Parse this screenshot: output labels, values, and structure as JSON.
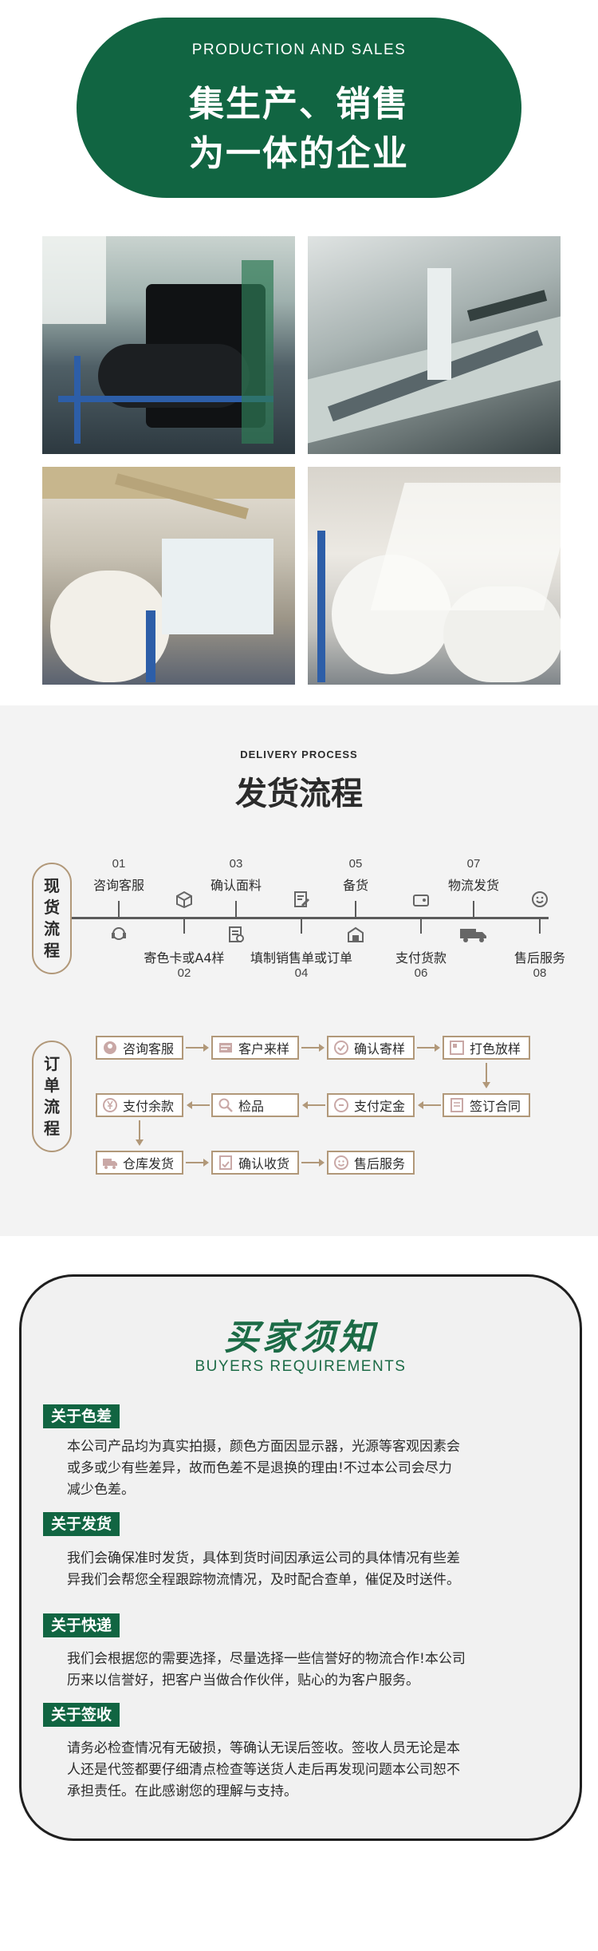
{
  "hero": {
    "subtitle": "PRODUCTION AND SALES",
    "title_line1": "集生产、销售",
    "title_line2": "为一体的企业"
  },
  "delivery": {
    "subtitle": "DELIVERY PROCESS",
    "title": "发货流程",
    "stock_label": [
      "现",
      "货",
      "流",
      "程"
    ],
    "order_label": [
      "订",
      "单",
      "流",
      "程"
    ],
    "timeline": [
      {
        "num": "01",
        "label": "咨询客服",
        "icon": "headset-icon"
      },
      {
        "num": "02",
        "label": "寄色卡或A4样",
        "icon": "package-icon"
      },
      {
        "num": "03",
        "label": "确认面料",
        "icon": "checklist-icon"
      },
      {
        "num": "04",
        "label": "填制销售单或订单",
        "icon": "edit-form-icon"
      },
      {
        "num": "05",
        "label": "备货",
        "icon": "warehouse-icon"
      },
      {
        "num": "06",
        "label": "支付货款",
        "icon": "wallet-icon"
      },
      {
        "num": "07",
        "label": "物流发货",
        "icon": "truck-icon"
      },
      {
        "num": "08",
        "label": "售后服务",
        "icon": "smile-icon"
      }
    ],
    "order_steps": [
      {
        "label": "咨询客服",
        "icon": "headset-icon"
      },
      {
        "label": "客户来样",
        "icon": "sample-icon"
      },
      {
        "label": "确认寄样",
        "icon": "check-circle-icon"
      },
      {
        "label": "打色放样",
        "icon": "palette-icon"
      },
      {
        "label": "签订合同",
        "icon": "contract-icon"
      },
      {
        "label": "支付定金",
        "icon": "deposit-icon"
      },
      {
        "label": "检品",
        "icon": "magnifier-icon"
      },
      {
        "label": "支付余款",
        "icon": "yen-icon"
      },
      {
        "label": "仓库发货",
        "icon": "truck-icon"
      },
      {
        "label": "确认收货",
        "icon": "receipt-icon"
      },
      {
        "label": "售后服务",
        "icon": "smile-icon"
      }
    ]
  },
  "buyers": {
    "title": "买家须知",
    "subtitle": "BUYERS REQUIREMENTS",
    "sections": [
      {
        "tag": "关于色差",
        "lines": [
          "本公司产品均为真实拍摄，颜色方面因显示器，光源等客观因素会",
          "或多或少有些差异，故而色差不是退换的理由!不过本公司会尽力",
          "减少色差。"
        ]
      },
      {
        "tag": "关于发货",
        "lines": [
          "我们会确保准时发货，具体到货时间因承运公司的具体情况有些差",
          "异我们会帮您全程跟踪物流情况，及时配合查单，催促及时送件。"
        ]
      },
      {
        "tag": "关于快递",
        "lines": [
          "我们会根据您的需要选择，尽量选择一些信誉好的物流合作!本公司",
          "历来以信誉好，把客户当做合作伙伴，贴心的为客户服务。"
        ]
      },
      {
        "tag": "关于签收",
        "lines": [
          "请务必检查情况有无破损，等确认无误后签收。签收人员无论是本",
          "人还是代签都要仔细清点检查等送货人走后再发现问题本公司恕不",
          "承担责任。在此感谢您的理解与支持。"
        ]
      }
    ]
  },
  "colors": {
    "brand_green": "#116542",
    "accent_tan": "#b19879"
  }
}
